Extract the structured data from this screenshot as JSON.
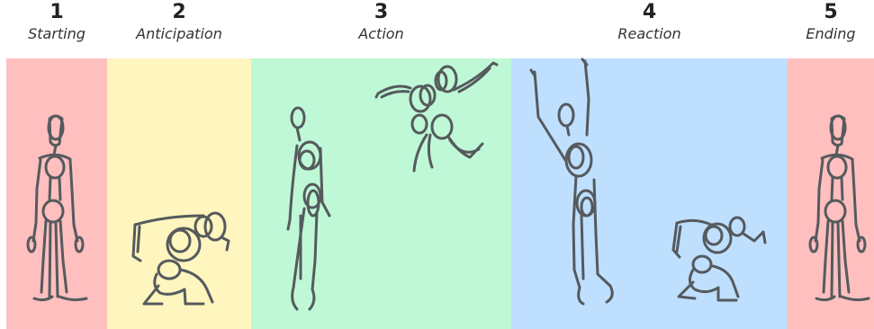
{
  "stages": [
    {
      "number": "1",
      "name": "Starting",
      "color": "#ffbfbf"
    },
    {
      "number": "2",
      "name": "Anticipation",
      "color": "#fff5be"
    },
    {
      "number": "3",
      "name": "Action",
      "color": "#bff8d6"
    },
    {
      "number": "4",
      "name": "Reaction",
      "color": "#bfdfff"
    },
    {
      "number": "5",
      "name": "Ending",
      "color": "#ffbfbf"
    }
  ]
}
